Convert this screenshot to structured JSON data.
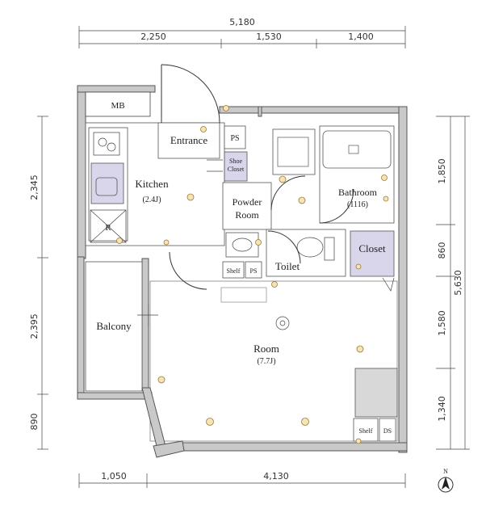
{
  "dimensions": {
    "top_total": "5,180",
    "top_segments": [
      "2,250",
      "1,530",
      "1,400"
    ],
    "bottom_segments": [
      "1,050",
      "4,130"
    ],
    "left_segments": [
      "2,345",
      "2,395",
      "890"
    ],
    "right_segments": [
      "1,850",
      "860",
      "1,580",
      "1,340"
    ],
    "right_total": "5,630"
  },
  "rooms": {
    "mb": "MB",
    "entrance": "Entrance",
    "ps_top": "PS",
    "shoe_closet_1": "Shoe",
    "shoe_closet_2": "Closet",
    "kitchen": "Kitchen",
    "kitchen_area": "(2.4J)",
    "powder_room_1": "Powder",
    "powder_room_2": "Room",
    "bathroom": "Bathroom",
    "bathroom_size": "(1116)",
    "toilet": "Toilet",
    "closet": "Closet",
    "shelf_small": "Shelf",
    "ps_small": "PS",
    "balcony": "Balcony",
    "room": "Room",
    "room_area": "(7.7J)",
    "shelf_bottom": "Shelf",
    "ds": "DS",
    "r_mark": "R",
    "north": "N"
  }
}
